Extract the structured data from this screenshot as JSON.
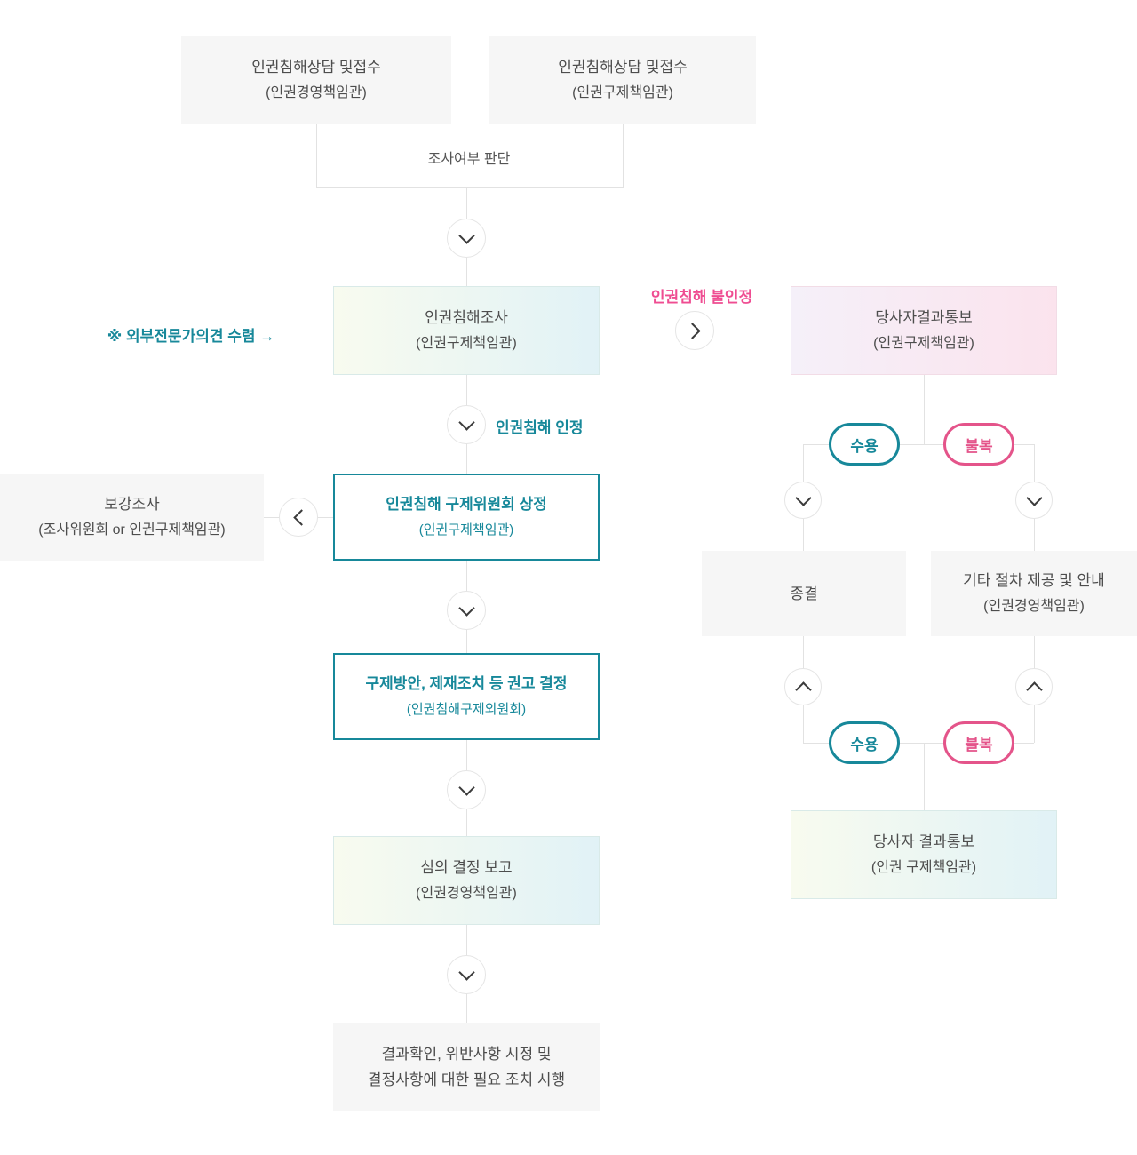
{
  "labels": {
    "judge": "조사여부 판단",
    "annotation": "※ 외부전문가의견 수렴 →",
    "not_recognized": "인권침해 불인정",
    "recognized": "인권침해 인정",
    "accept": "수용",
    "appeal": "불복"
  },
  "nodes": {
    "intake_left": {
      "title": "인권침해상담 및접수",
      "sub": "(인권경영책임관)"
    },
    "intake_right": {
      "title": "인권침해상담 및접수",
      "sub": "(인권구제책임관)"
    },
    "investigation": {
      "title": "인권침해조사",
      "sub": "(인권구제책임관)"
    },
    "party_notice_1": {
      "title": "당사자결과통보",
      "sub": "(인권구제책임관)"
    },
    "supplementary": {
      "title": "보강조사",
      "sub": "(조사위원회 or 인권구제책임관)"
    },
    "committee": {
      "title": "인권침해 구제위원회 상정",
      "sub": "(인권구제책임관)"
    },
    "recommendation": {
      "title": "구제방안, 제재조치 등 권고 결정",
      "sub": "(인권침해구제외원회)"
    },
    "report": {
      "title": "심의 결정 보고",
      "sub": "(인권경영책임관)"
    },
    "followup": {
      "title": "결과확인, 위반사항 시정 및",
      "sub": "결정사항에 대한 필요 조치 시행"
    },
    "closure": {
      "title": "종결"
    },
    "other_procedure": {
      "title": "기타 절차 제공 및 안내",
      "sub": "(인권경영책임관)"
    },
    "party_notice_2": {
      "title": "당사자 결과통보",
      "sub": "(인권 구제책임관)"
    }
  },
  "colors": {
    "teal": "#17889a",
    "pink": "#e4548a",
    "pink_label": "#ef4d92",
    "gray_box": "#f6f6f6",
    "text": "#4d4d4d",
    "line": "#e2e2e2"
  }
}
